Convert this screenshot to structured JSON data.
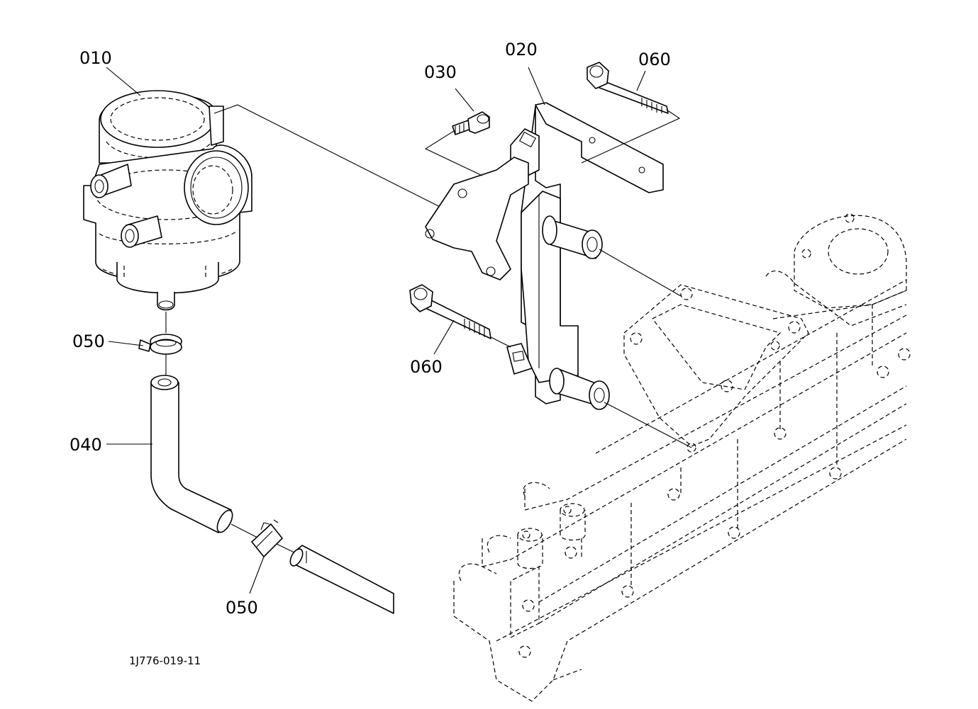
{
  "callouts": {
    "p010": "010",
    "p020": "020",
    "p030": "030",
    "p060_top": "060",
    "p060_mid": "060",
    "p050_top": "050",
    "p040": "040",
    "p050_bottom": "050"
  },
  "drawing_number": "1J776-019-11"
}
